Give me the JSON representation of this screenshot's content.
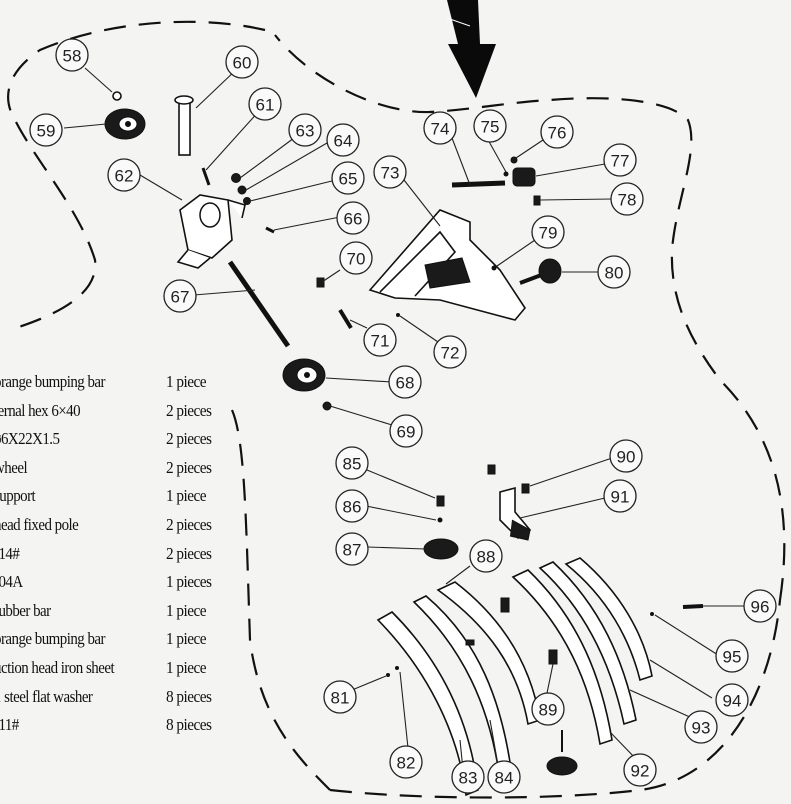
{
  "parts_list": [
    {
      "name": "orange bumping bar",
      "qty": "1 piece"
    },
    {
      "name": "ternal hex 6×40",
      "qty": "2 pieces"
    },
    {
      "name": "ø6X22X1.5",
      "qty": "2 pieces"
    },
    {
      "name": "wheel",
      "qty": "2 pieces"
    },
    {
      "name": "support",
      "qty": "1 piece"
    },
    {
      "name": "head fixed pole",
      "qty": "2 pieces"
    },
    {
      "name": "-14#",
      "qty": "2 pieces"
    },
    {
      "name": "-04A",
      "qty": "1 pieces"
    },
    {
      "name": "rubber bar",
      "qty": "1 piece"
    },
    {
      "name": "orange bumping bar",
      "qty": "1 piece"
    },
    {
      "name": "uction head iron sheet",
      "qty": "1 piece"
    },
    {
      "name": "1 steel flat washer",
      "qty": "8 pieces"
    },
    {
      "name": "-11#",
      "qty": "8 pieces"
    }
  ],
  "callouts": [
    "58",
    "59",
    "60",
    "61",
    "62",
    "63",
    "64",
    "65",
    "66",
    "67",
    "68",
    "69",
    "70",
    "71",
    "72",
    "73",
    "74",
    "75",
    "76",
    "77",
    "78",
    "79",
    "80",
    "81",
    "82",
    "83",
    "84",
    "85",
    "86",
    "87",
    "88",
    "89",
    "90",
    "91",
    "92",
    "93",
    "94",
    "95",
    "96"
  ],
  "icons": {
    "arrow": "down-arrow-icon"
  }
}
